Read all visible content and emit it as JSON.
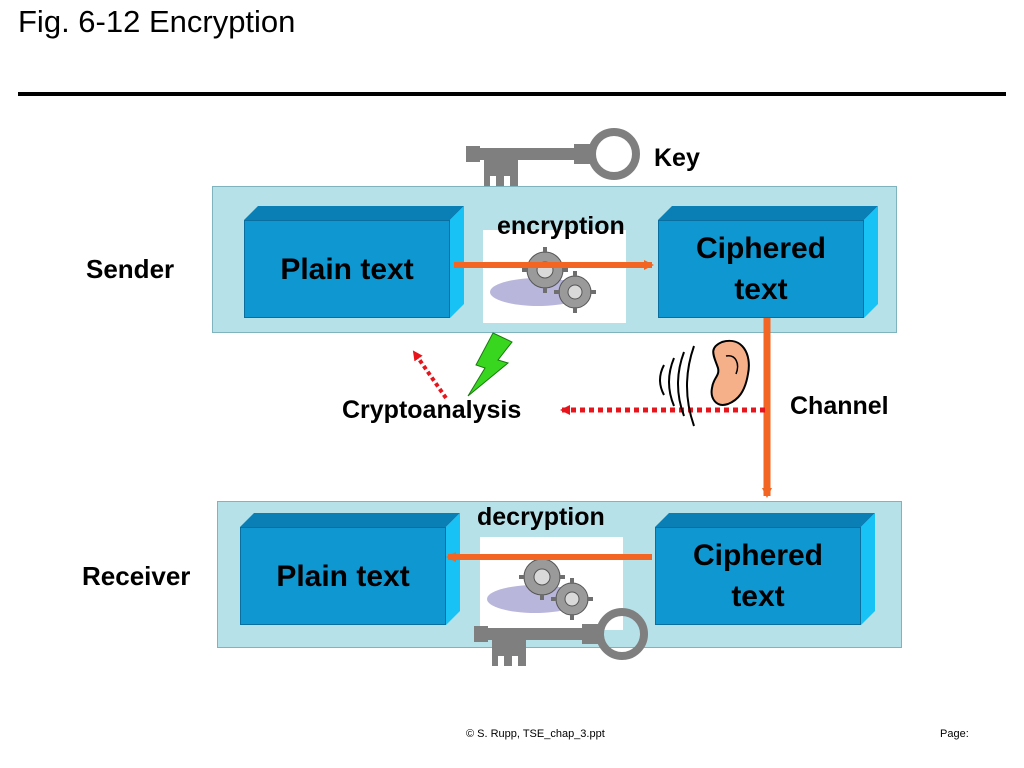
{
  "title": "Fig. 6-12 Encryption",
  "labels": {
    "key": "Key",
    "sender": "Sender",
    "receiver": "Receiver",
    "encryption": "encryption",
    "decryption": "decryption",
    "channel": "Channel",
    "cryptoanalysis": "Cryptoanalysis"
  },
  "sender_panel": {
    "plain_text": "Plain text",
    "ciphered_line1": "Ciphered",
    "ciphered_line2": "text"
  },
  "receiver_panel": {
    "plain_text": "Plain text",
    "ciphered_line1": "Ciphered",
    "ciphered_line2": "text"
  },
  "footer": {
    "copyright": "© S. Rupp, TSE_chap_3.ppt",
    "page": "Page:"
  },
  "colors": {
    "panel": "#b7e1e8",
    "box": "#0f97d2",
    "arrow": "#f26522",
    "dotted": "#e8141b",
    "key": "#7f7f7f",
    "lightning": "#39d61f"
  },
  "icons": [
    "key-icon",
    "gears-icon",
    "ear-icon",
    "lightning-icon",
    "sound-wave-icon"
  ]
}
